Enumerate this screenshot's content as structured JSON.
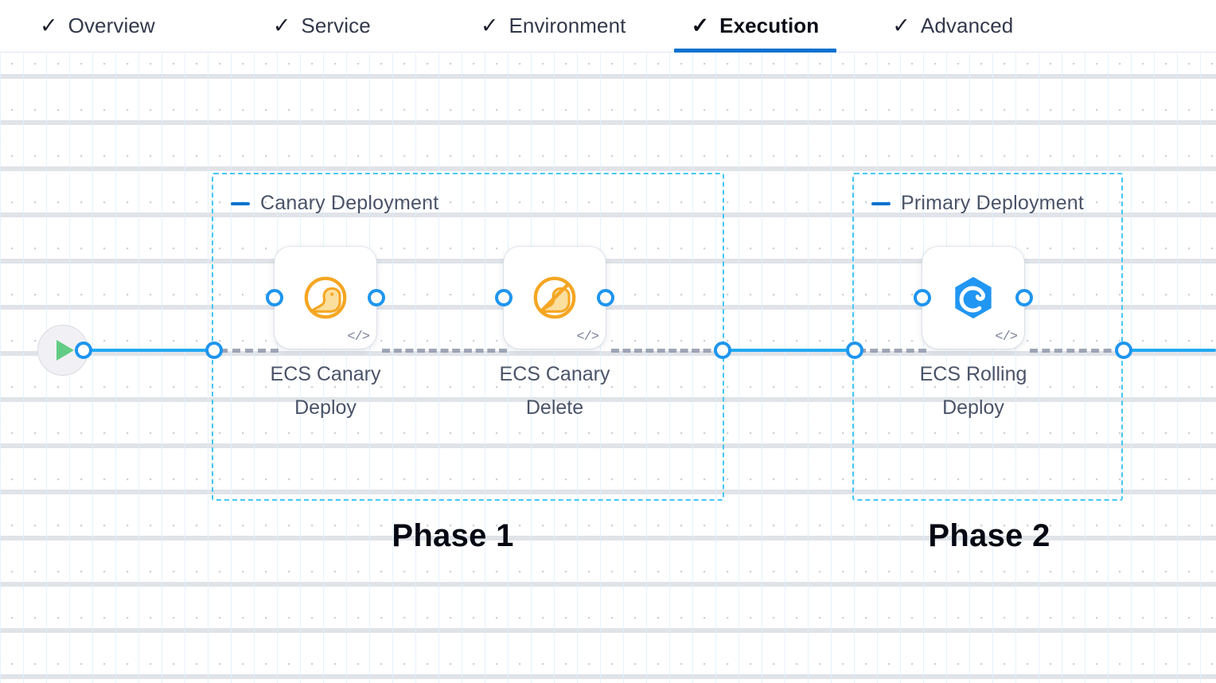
{
  "tabs": [
    {
      "id": "overview",
      "label": "Overview",
      "icon": "check-icon",
      "active": false
    },
    {
      "id": "service",
      "label": "Service",
      "icon": "check-icon",
      "active": false
    },
    {
      "id": "environment",
      "label": "Environment",
      "icon": "check-icon",
      "active": false
    },
    {
      "id": "execution",
      "label": "Execution",
      "icon": "check-icon",
      "active": true
    },
    {
      "id": "advanced",
      "label": "Advanced",
      "icon": "check-icon",
      "active": false
    }
  ],
  "tab_check_glyph": "✓",
  "canvas": {
    "start_node": {
      "name": "pipeline-start",
      "icon": "play-icon"
    },
    "groups": [
      {
        "id": "canary-deployment",
        "title": "Canary Deployment",
        "collapse_icon": "minus-icon",
        "phase_caption": "Phase 1"
      },
      {
        "id": "primary-deployment",
        "title": "Primary Deployment",
        "collapse_icon": "minus-icon",
        "phase_caption": "Phase 2"
      }
    ],
    "nodes": [
      {
        "id": "ecs-canary-deploy",
        "label": "ECS Canary\nDeploy",
        "label_line1": "ECS Canary",
        "label_line2": "Deploy",
        "icon": "canary-bird-icon",
        "icon_color": "#f5a623",
        "badge_icon": "code-icon",
        "badge_glyph": "</>"
      },
      {
        "id": "ecs-canary-delete",
        "label": "ECS Canary\nDelete",
        "label_line1": "ECS Canary",
        "label_line2": "Delete",
        "icon": "canary-bird-delete-icon",
        "icon_color": "#f5a623",
        "badge_icon": "code-icon",
        "badge_glyph": "</>"
      },
      {
        "id": "ecs-rolling-deploy",
        "label": "ECS Rolling\nDeploy",
        "label_line1": "ECS Rolling",
        "label_line2": "Deploy",
        "icon": "ecs-hexagon-icon",
        "icon_color": "#2196f3",
        "badge_icon": "code-icon",
        "badge_glyph": "</>"
      }
    ]
  },
  "colors": {
    "accent_blue": "#0a72cf",
    "edge_blue": "#23aaf2",
    "port_blue": "#1e95ee",
    "group_border": "#45c6f5",
    "edge_dashed": "#9097aa",
    "text_primary": "#0b0e17",
    "text_secondary": "#4b5368",
    "play_green": "#63cc84",
    "icon_orange": "#f5a623"
  }
}
